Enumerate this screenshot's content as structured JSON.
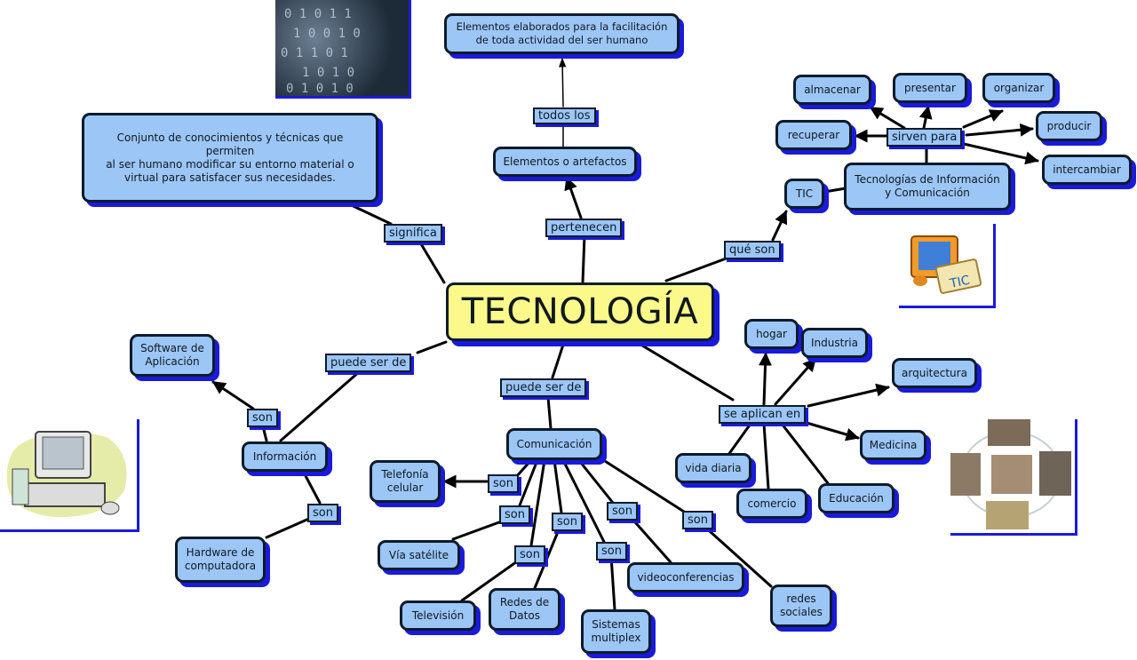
{
  "main_concept": "TECNOLOGÍA",
  "nodes": {
    "definicion": "Conjunto de conocimientos y técnicas que permiten\nal ser humano modificar su entorno material o\nvirtual para satisfacer sus necesidades.",
    "elementos_elaborados": "Elementos elaborados para la facilitación\nde toda actividad del ser humano",
    "elementos_artefactos": "Elementos o artefactos",
    "tic": "TIC",
    "tic_full": "Tecnologías de Información\ny Comunicación",
    "almacenar": "almacenar",
    "presentar": "presentar",
    "organizar": "organizar",
    "recuperar": "recuperar",
    "producir": "producir",
    "intercambiar": "intercambiar",
    "software": "Software de\nAplicación",
    "informacion": "Información",
    "hardware": "Hardware de\ncomputadora",
    "comunicacion": "Comunicación",
    "telefonia": "Telefonía\ncelular",
    "via_satelite": "Vía satélite",
    "television": "Televisión",
    "redes_datos": "Redes de\nDatos",
    "sistemas_multiplex": "Sistemas\nmultiplex",
    "videoconferencias": "videoconferencias",
    "redes_sociales": "redes\nsociales",
    "hogar": "hogar",
    "industria": "Industria",
    "arquitectura": "arquitectura",
    "medicina": "Medicina",
    "educacion": "Educación",
    "comercio": "comercio",
    "vida_diaria": "vida diaria"
  },
  "links": {
    "significa": "significa",
    "pertenecen": "pertenecen",
    "todos_los": "todos los",
    "que_son": "qué son",
    "sirven_para": "sirven para",
    "puede_ser_de_1": "puede ser de",
    "puede_ser_de_2": "puede ser de",
    "se_aplican_en": "se aplican en",
    "son": "son"
  },
  "colors": {
    "node_fill": "#9cc6f6",
    "main_fill": "#fbf98a",
    "border": "#0d1b2a",
    "shadow": "#1a1adb"
  }
}
